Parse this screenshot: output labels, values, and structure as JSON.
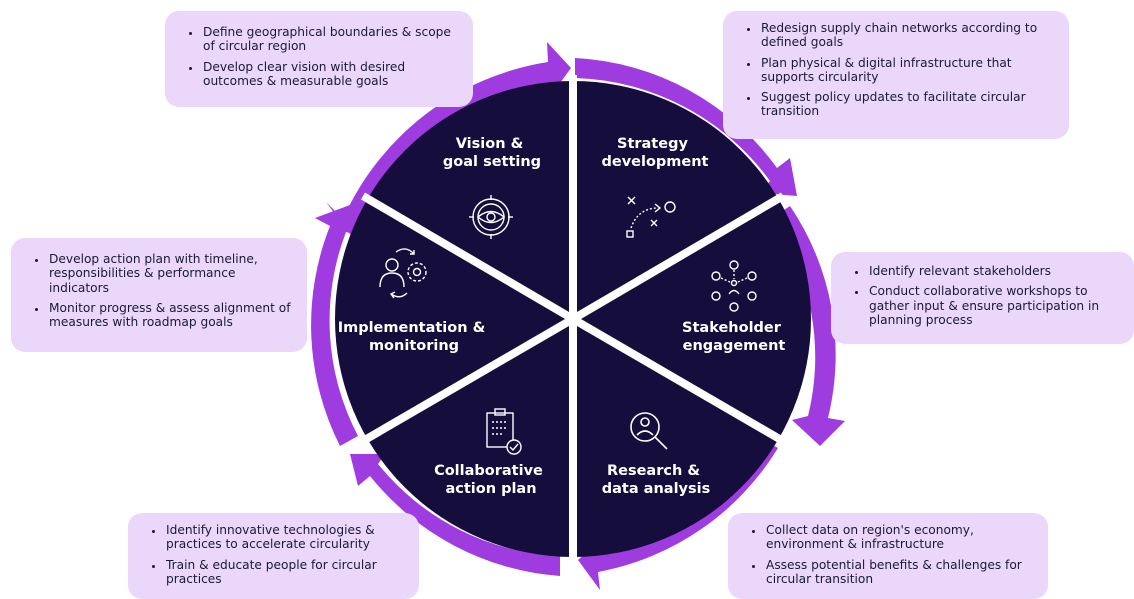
{
  "segments": [
    {
      "id": "vision",
      "title_lines": [
        "Vision &",
        "goal setting"
      ],
      "icon": "eye-target-icon"
    },
    {
      "id": "strategy",
      "title_lines": [
        "Strategy",
        "development"
      ],
      "icon": "strategy-play-icon"
    },
    {
      "id": "stake",
      "title_lines": [
        "Stakeholder",
        "engagement"
      ],
      "icon": "network-people-icon"
    },
    {
      "id": "research",
      "title_lines": [
        "Research &",
        "data analysis"
      ],
      "icon": "magnifier-person-icon"
    },
    {
      "id": "collab",
      "title_lines": [
        "Collaborative",
        "action plan"
      ],
      "icon": "clipboard-check-icon"
    },
    {
      "id": "impl",
      "title_lines": [
        "Implementation &",
        "monitoring"
      ],
      "icon": "person-gear-cycle-icon"
    }
  ],
  "boxes": {
    "vision": [
      "Define geographical boundaries & scope of circular region",
      "Develop clear vision with desired outcomes & measurable goals"
    ],
    "strategy": [
      "Redesign supply chain networks according to defined goals",
      "Plan physical & digital infrastructure that supports circularity",
      "Suggest policy updates to facilitate circular transition"
    ],
    "stake": [
      "Identify relevant stakeholders",
      "Conduct collaborative workshops to gather input & ensure participation in planning process"
    ],
    "research": [
      "Collect data on region's economy, environment & infrastructure",
      "Assess potential benefits & challenges for circular transition"
    ],
    "collab": [
      "Identify innovative technologies & practices to accelerate circularity",
      "Train & educate people for circular practices"
    ],
    "impl": [
      "Develop action plan with timeline, responsibilities & performance indicators",
      "Monitor progress & assess alignment of measures with roadmap goals"
    ]
  },
  "colors": {
    "wheel_fill": "#150e3d",
    "arrow_ring": "#9f3ce0",
    "box_fill": "#ead7fa",
    "text_dark": "#1b1a33"
  }
}
